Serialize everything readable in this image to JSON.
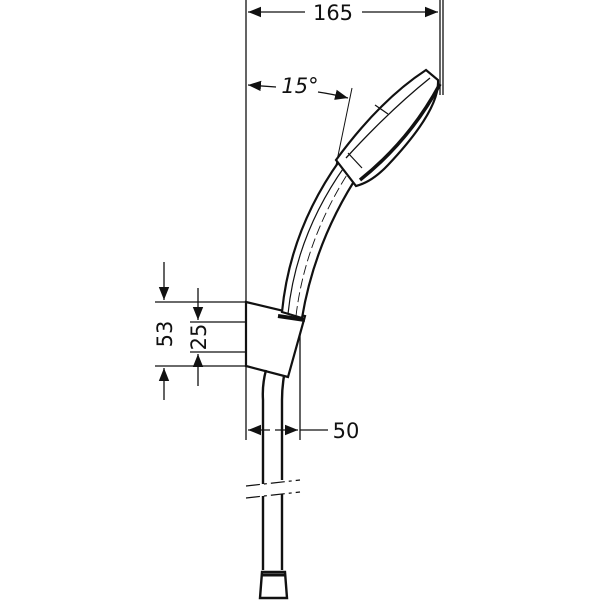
{
  "drawing": {
    "subject": "Hand shower with wall holder and hose",
    "line_color": "#111111",
    "background": "#ffffff"
  },
  "dimensions": {
    "overall_width": "165",
    "tilt_angle": "15°",
    "holder_depth": "50",
    "holder_height_outer": "53",
    "holder_height_inner": "25"
  }
}
